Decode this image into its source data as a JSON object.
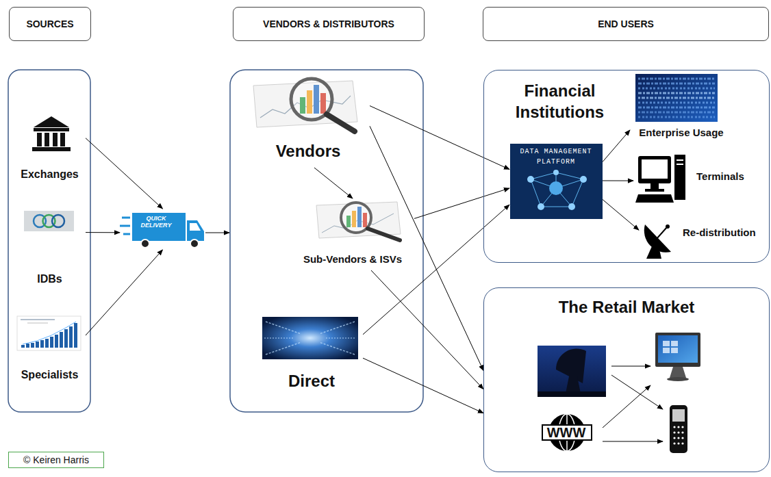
{
  "diagram": {
    "nodes": [
      {
        "text": [
          "SOURCES"
        ]
      },
      {
        "text": [
          "VENDORS & DISTRIBUTORS"
        ]
      },
      {
        "text": [
          "END USERS"
        ]
      },
      {
        "text": [
          "Exchanges"
        ]
      },
      {
        "text": [
          "IDBs"
        ]
      },
      {
        "text": [
          "Specialists"
        ]
      },
      {
        "text": [
          "QUICK DELIVERY"
        ]
      },
      {
        "text": [
          "Vendors"
        ]
      },
      {
        "text": [
          "Sub-Vendors & ISVs"
        ]
      },
      {
        "text": [
          "Direct"
        ]
      },
      {
        "text": [
          "Financial Institutions"
        ]
      },
      {
        "text": [
          "DATA MANAGEMENT PLATFORM"
        ],
        "in": 10
      },
      {
        "text": [
          "Enterprise Usage"
        ],
        "in": 10
      },
      {
        "text": [
          "Terminals"
        ],
        "in": 10
      },
      {
        "text": [
          "Re-distribution"
        ],
        "in": 10
      },
      {
        "text": [
          "The Retail Market"
        ]
      },
      {
        "text": [
          "WWW"
        ],
        "in": 15
      },
      {
        "text": [
          "© Keiren Harris"
        ]
      }
    ],
    "edges": [
      {
        "from": 3,
        "to": 6,
        "arrow": "to"
      },
      {
        "from": 4,
        "to": 6,
        "arrow": "to"
      },
      {
        "from": 5,
        "to": 6,
        "arrow": "to"
      },
      {
        "from": 7,
        "to": 8,
        "arrow": "to"
      },
      {
        "from": 7,
        "to": 11,
        "arrow": "to"
      },
      {
        "from": 7,
        "to": 15,
        "arrow": "to"
      },
      {
        "from": 8,
        "to": 11,
        "arrow": "to"
      },
      {
        "from": 8,
        "to": 15,
        "arrow": "to"
      },
      {
        "from": 9,
        "to": 11,
        "arrow": "to"
      },
      {
        "from": 9,
        "to": 15,
        "arrow": "to"
      },
      {
        "from": 11,
        "to": 12,
        "arrow": "to"
      },
      {
        "from": 11,
        "to": 13,
        "arrow": "to"
      },
      {
        "from": 11,
        "to": 14,
        "arrow": "to"
      }
    ]
  }
}
